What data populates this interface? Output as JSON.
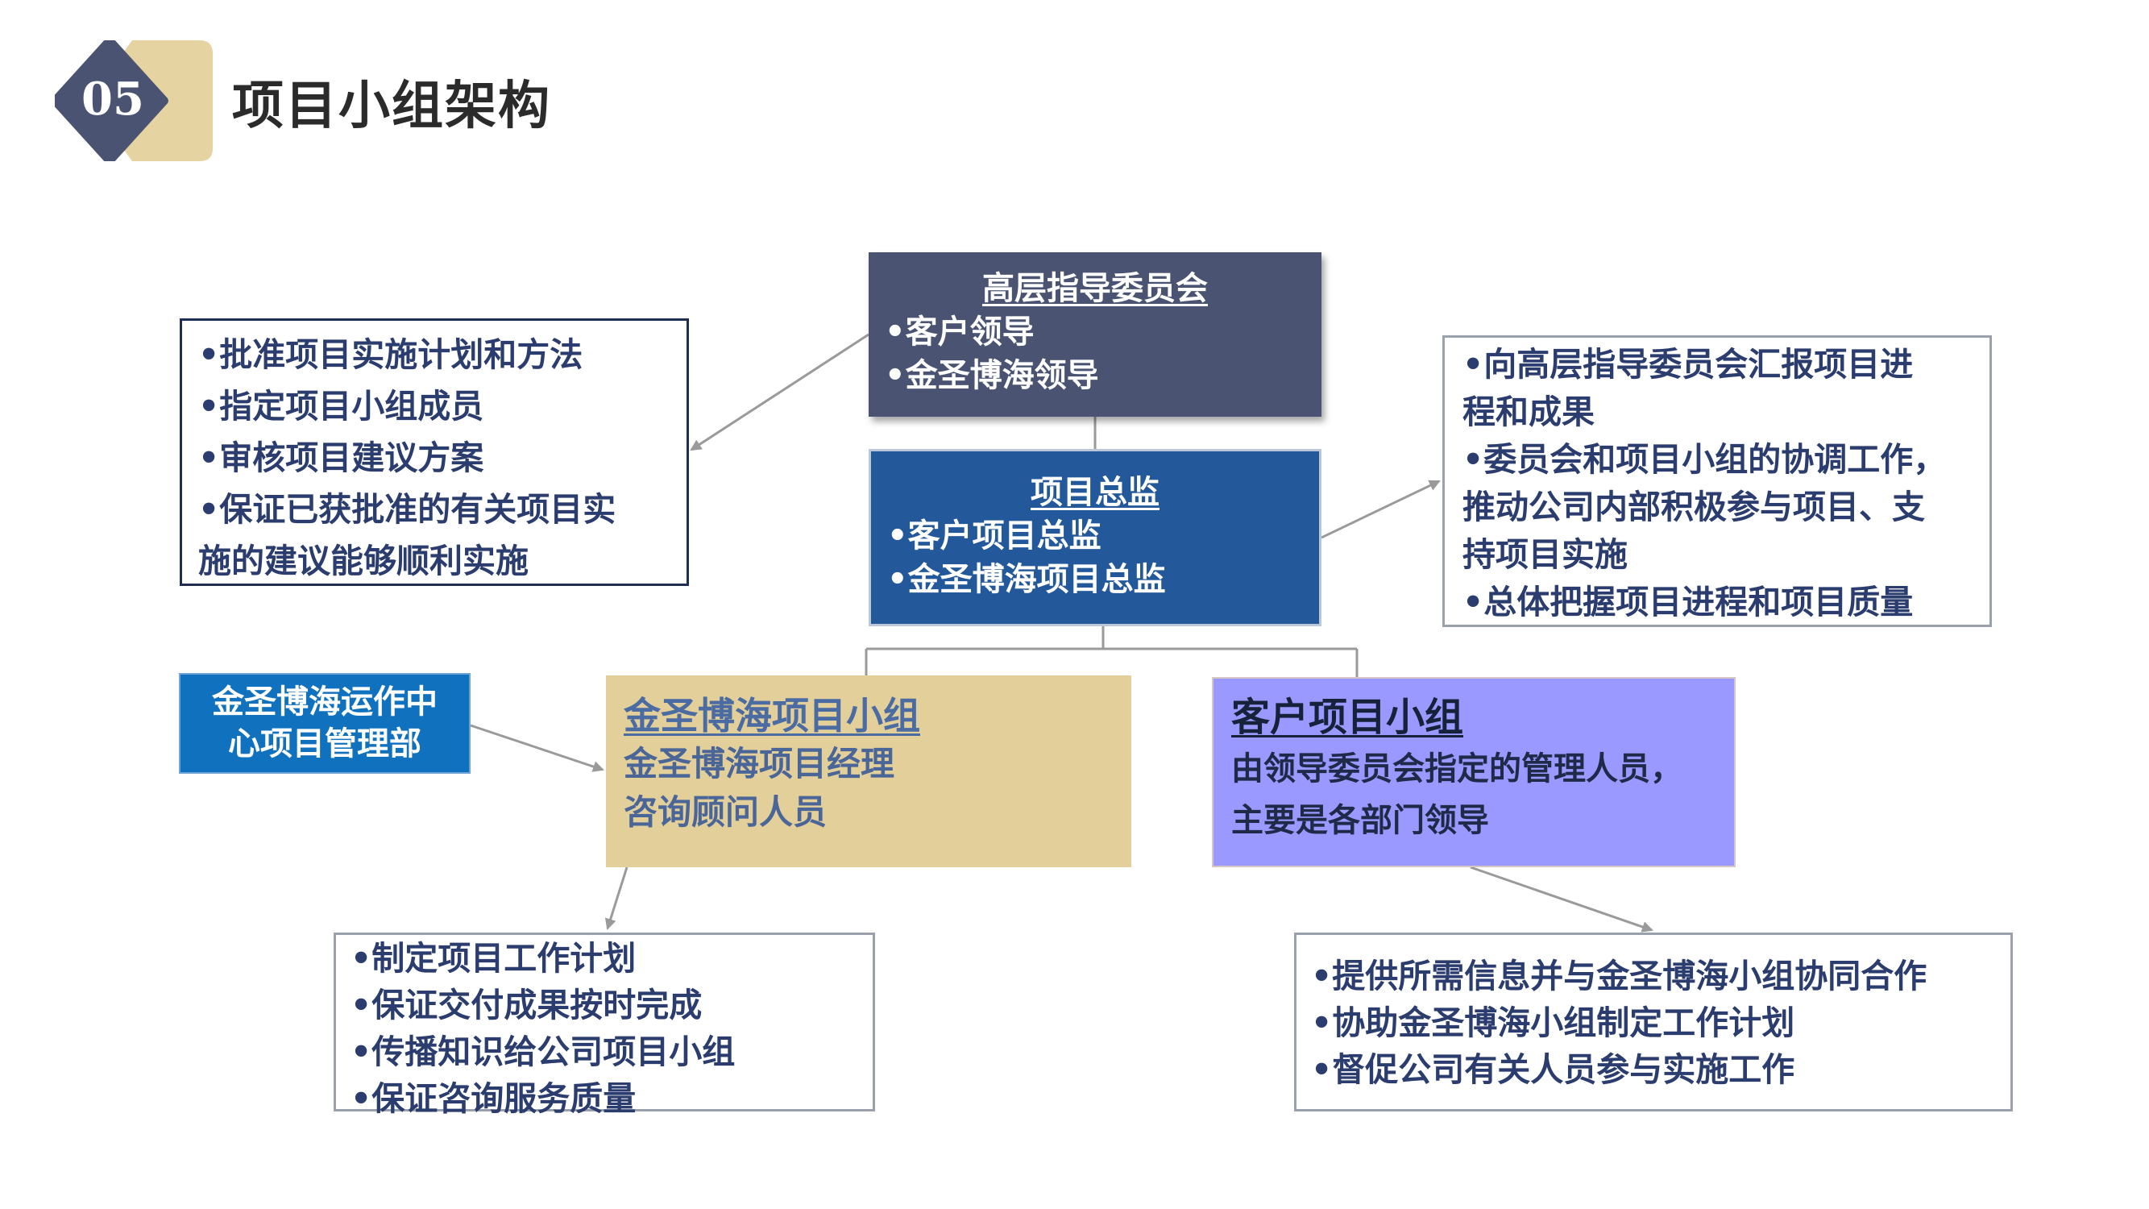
{
  "header": {
    "badge_number": "05",
    "title": "项目小组架构"
  },
  "org_chart": {
    "steering_committee": {
      "title": "高层指导委员会",
      "items": [
        "•客户领导",
        "•金圣博海领导"
      ]
    },
    "project_director": {
      "title": "项目总监",
      "items": [
        "•客户项目总监",
        "•金圣博海项目总监"
      ]
    },
    "steering_duties": {
      "items": [
        "•批准项目实施计划和方法",
        "•指定项目小组成员",
        "•审核项目建议方案",
        "•保证已获批准的有关项目实",
        "施的建议能够顺利实施"
      ]
    },
    "director_duties": {
      "items": [
        "•向高层指导委员会汇报项目进",
        "程和成果",
        "•委员会和项目小组的协调工作，",
        "推动公司内部积极参与项目、支",
        "持项目实施",
        "•总体把握项目进程和项目质量"
      ]
    },
    "operations_department": {
      "lines": [
        "金圣博海运作中",
        "心项目管理部"
      ]
    },
    "jsbh_team": {
      "title": "金圣博海项目小组",
      "items": [
        "金圣博海项目经理",
        "咨询顾问人员"
      ]
    },
    "client_team": {
      "title": "客户项目小组",
      "items": [
        "由领导委员会指定的管理人员，",
        "主要是各部门领导"
      ]
    },
    "jsbh_team_duties": {
      "items": [
        "•制定项目工作计划",
        "•保证交付成果按时完成",
        "•传播知识给公司项目小组",
        "•保证咨询服务质量"
      ]
    },
    "client_team_duties": {
      "items": [
        "•提供所需信息并与金圣博海小组协同合作",
        "•协助金圣博海小组制定工作计划",
        "•督促公司有关人员参与实施工作"
      ]
    }
  },
  "colors": {
    "badge_navy": "#4a5472",
    "badge_gold": "#e5d3a2",
    "steering_fill": "#4a5472",
    "director_fill": "#23589b",
    "operations_fill": "#1071be",
    "jsbh_fill": "#e3cf9a",
    "client_fill": "#9999ff",
    "note_text": "#2b3d6e",
    "connector": "#9a9a9a"
  }
}
